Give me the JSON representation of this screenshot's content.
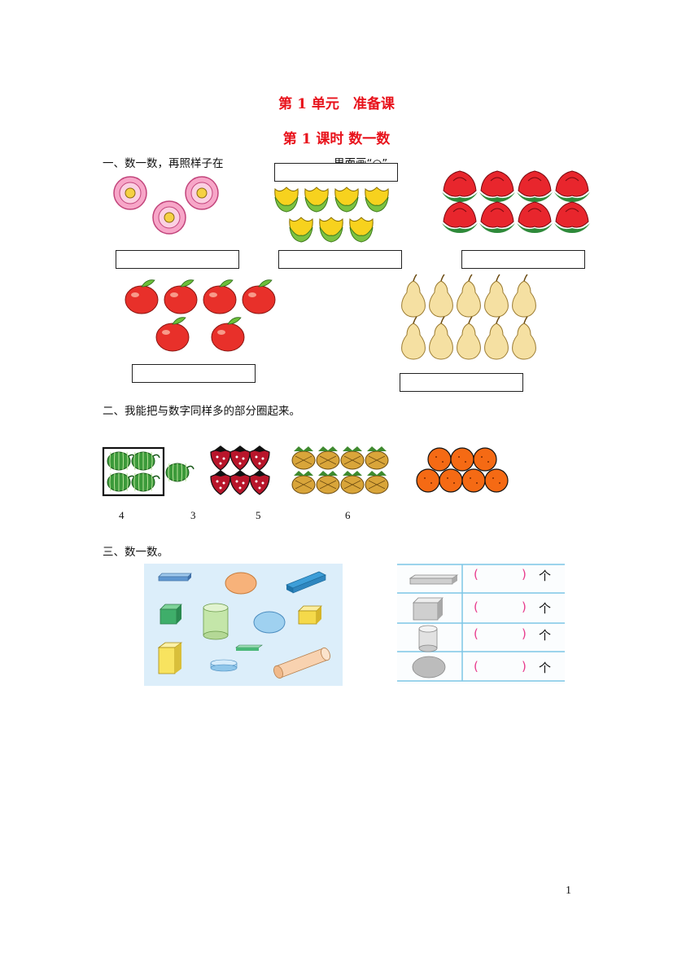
{
  "header": {
    "unit_title": "第 1 单元　准备课",
    "lesson_title": "第 1 课时  数一数"
  },
  "section1": {
    "prompt_left": "一、数一数，再照样子在",
    "prompt_right": "里面画“○”。"
  },
  "section2": {
    "prompt": "二、我能把与数字同样多的部分圈起来。",
    "numbers": [
      "4",
      "3",
      "5",
      "6"
    ]
  },
  "section3": {
    "prompt": "三、数一数。",
    "rows": [
      {
        "shape": "cuboid-flat-icon",
        "open": "(",
        "close": ")",
        "unit": "个"
      },
      {
        "shape": "cube-icon",
        "open": "(",
        "close": ")",
        "unit": "个"
      },
      {
        "shape": "cylinder-icon",
        "open": "(",
        "close": ")",
        "unit": "个"
      },
      {
        "shape": "sphere-icon",
        "open": "(",
        "close": ")",
        "unit": "个"
      }
    ]
  },
  "footer": {
    "page_number": "1"
  },
  "colors": {
    "title_red": "#e8121b",
    "picture_bg": "#dceefa",
    "table_line": "#7cc6e6",
    "paren_pink": "#e83a8c"
  }
}
